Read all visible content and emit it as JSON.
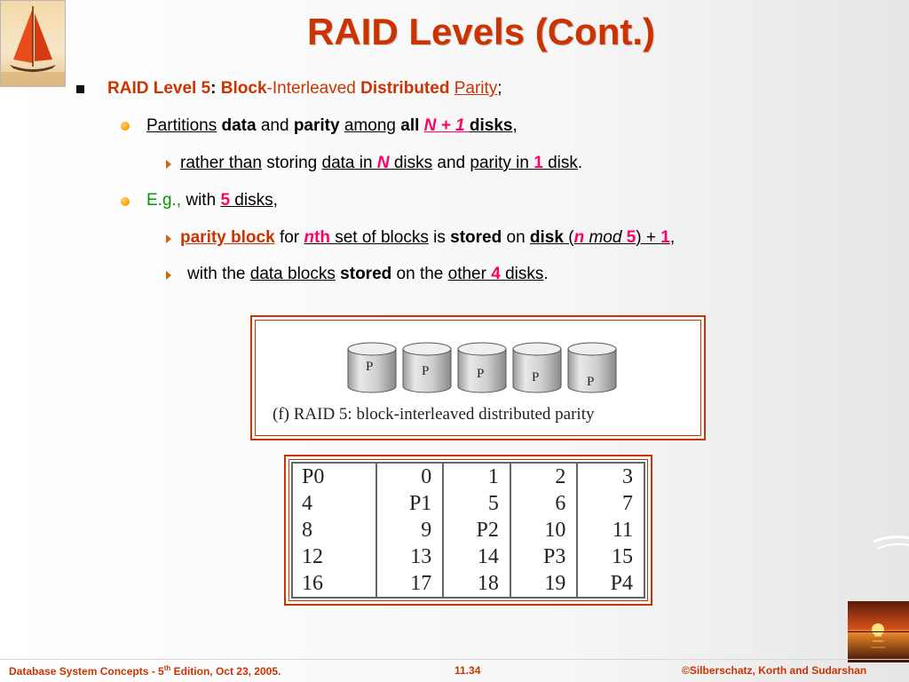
{
  "title": "RAID Levels (Cont.)",
  "bullet1": {
    "level": "RAID Level 5",
    "colon": ":",
    "block": "Block",
    "interleaved": "-Interleaved",
    "distributed": "Distributed",
    "parity": "Parity",
    "semicolon": ";"
  },
  "bullet2": {
    "partitions": "Partitions",
    "data": "data",
    "and": "and",
    "parity": "parity",
    "among": "among",
    "all": "all",
    "n_plus_1": "N + 1 ",
    "disks": "disks",
    "comma": ","
  },
  "bullet3": {
    "rather_than": "rather than",
    "storing": "storing",
    "data_in": "data in ",
    "n": "N",
    "disks": " disks",
    "and": "and",
    "parity_in": "parity in ",
    "one": "1",
    "disk": " disk",
    "period": "."
  },
  "bullet4": {
    "eg": "E.g.,",
    "with": "with",
    "five": "5",
    "disks": " disks",
    "comma": ","
  },
  "bullet5": {
    "parity_block": "parity block",
    "for": "for",
    "n": "n",
    "th": "th",
    "set_of_blocks": " set of blocks",
    "is": "is",
    "stored": "stored",
    "on": "on",
    "disk": "disk",
    "open": " (",
    "n2": "n",
    "mod": "mod",
    "five": "5",
    "close": ") + ",
    "one": "1",
    "comma": ","
  },
  "bullet6": {
    "with_the": "with the",
    "data_blocks": "data blocks",
    "stored": "stored",
    "on_the": "on the",
    "other": "other ",
    "four": "4",
    "disks": " disks",
    "period": "."
  },
  "figure": {
    "disk_labels": [
      "P",
      "P",
      "P",
      "P",
      "P"
    ],
    "caption": "(f) RAID 5: block-interleaved distributed parity"
  },
  "table": {
    "rows": [
      [
        "P0",
        "0",
        "1",
        "2",
        "3"
      ],
      [
        "4",
        "P1",
        "5",
        "6",
        "7"
      ],
      [
        "8",
        "9",
        "P2",
        "10",
        "11"
      ],
      [
        "12",
        "13",
        "14",
        "P3",
        "15"
      ],
      [
        "16",
        "17",
        "18",
        "19",
        "P4"
      ]
    ]
  },
  "footer": {
    "left_prefix": "Database System Concepts - 5",
    "left_sup": "th",
    "left_suffix": " Edition, Oct 23,  2005.",
    "center": "11.34",
    "right": "©Silberschatz, Korth and Sudarshan"
  },
  "colors": {
    "title": "#cc3300",
    "emphasis_pink": "#ff0066",
    "example_green": "#009900",
    "border": "#cc3300"
  }
}
